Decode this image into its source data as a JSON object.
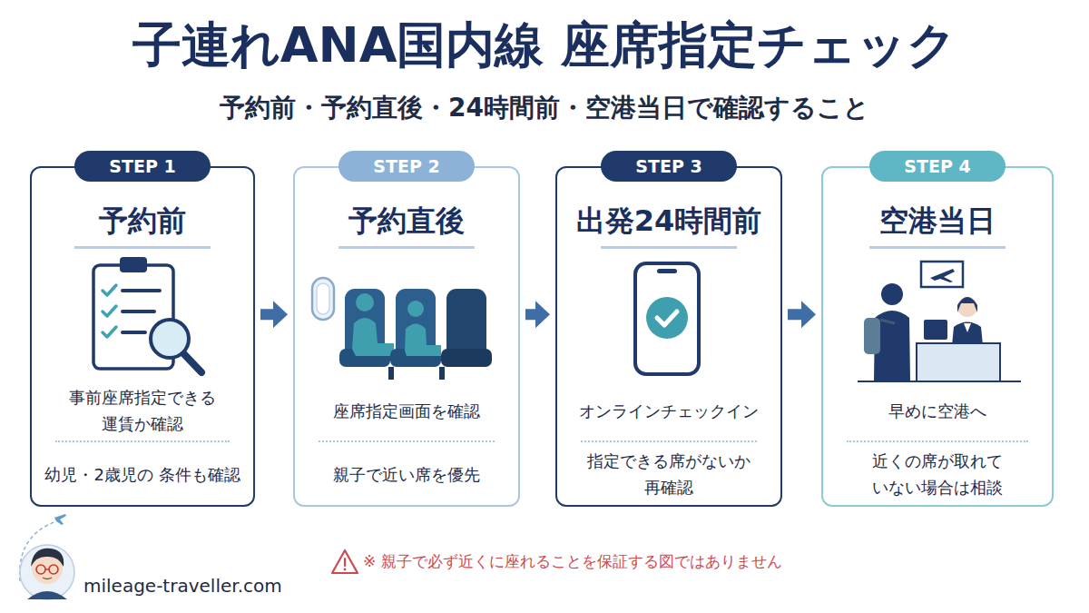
{
  "diagram": {
    "title": "子連れANA国内線 座席指定チェック",
    "caption": "予約前・予約直後・24時間前・空港当日で確認すること",
    "nodes": [
      {
        "text": [
          "STEP 1",
          "予約前",
          "事前座席指定できる 運賃か確認",
          "幼児・2歳児の 条件も確認"
        ]
      },
      {
        "text": [
          "STEP 2",
          "予約直後",
          "座席指定画面を確認",
          "親子で近い席を優先"
        ]
      },
      {
        "text": [
          "STEP 3",
          "出発24時間前",
          "オンラインチェックイン",
          "指定できる席がないか 再確認"
        ]
      },
      {
        "text": [
          "STEP 4",
          "空港当日",
          "早めに空港へ",
          "近くの席が取れて いない場合は相談"
        ]
      }
    ],
    "edges": [
      {
        "from": 0,
        "to": 1,
        "arrow": "to"
      },
      {
        "from": 1,
        "to": 2,
        "arrow": "to"
      },
      {
        "from": 2,
        "to": 3,
        "arrow": "to"
      }
    ],
    "labels": [
      "※ 親子で必ず近くに座れることを保証する図ではありません",
      "mileage-traveller.com"
    ]
  }
}
